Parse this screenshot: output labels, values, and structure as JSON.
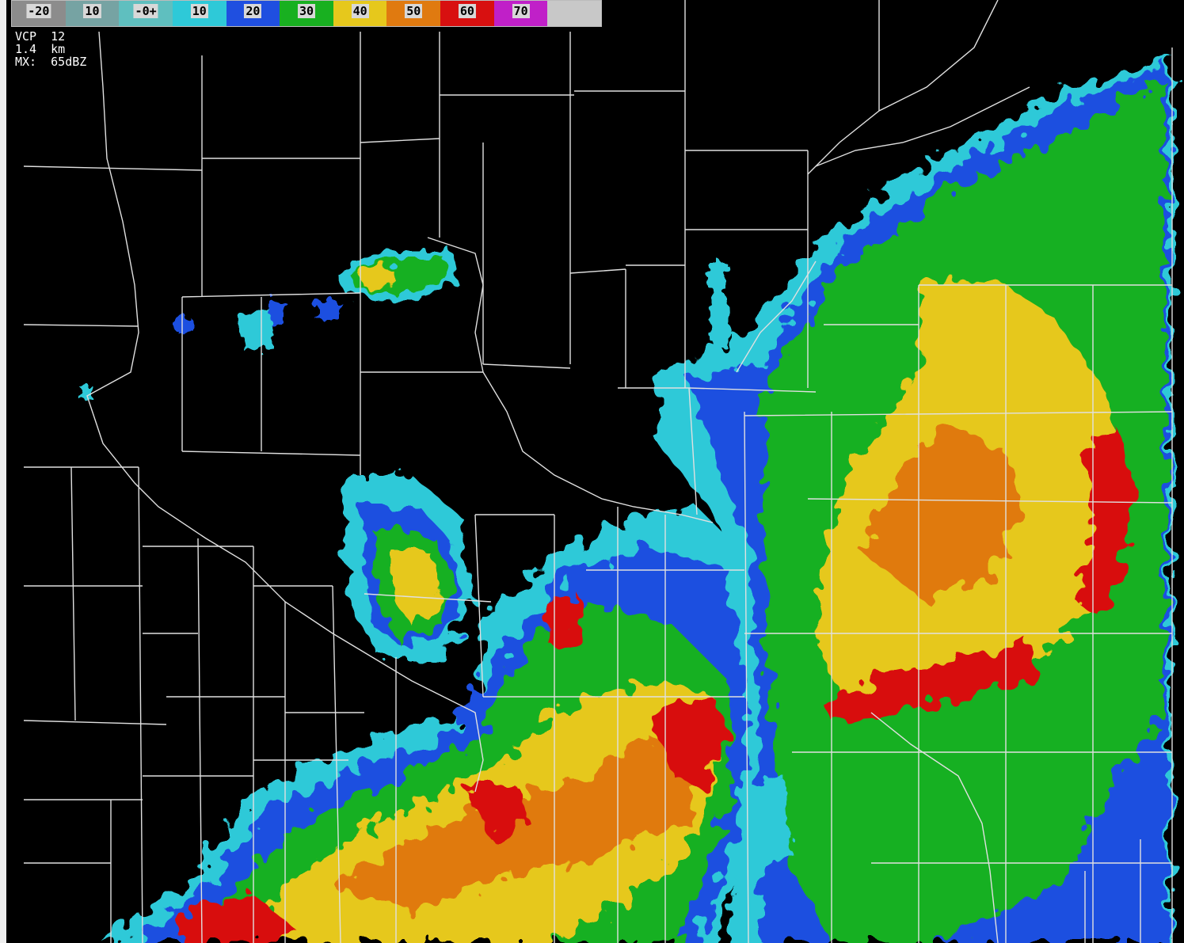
{
  "legend": {
    "segments": [
      {
        "label": "-20",
        "color": "#8c8c8c"
      },
      {
        "label": "10",
        "color": "#76a3a3"
      },
      {
        "label": "-0+",
        "color": "#5fbfbf"
      },
      {
        "label": "10",
        "color": "#2ec9d8"
      },
      {
        "label": "20",
        "color": "#1f4fe0"
      },
      {
        "label": "30",
        "color": "#18b020"
      },
      {
        "label": "40",
        "color": "#e6c81c"
      },
      {
        "label": "50",
        "color": "#e07a10"
      },
      {
        "label": "60",
        "color": "#d81010"
      },
      {
        "label": "70",
        "color": "#c020c8"
      },
      {
        "label": "",
        "color": "#c8c8c8"
      }
    ]
  },
  "info": {
    "vcp": "VCP  12",
    "height": "1.4  km",
    "max": "MX:  65dBZ"
  },
  "palette": {
    "cyan": "#2ec9d8",
    "blue": "#1f4fe0",
    "green": "#18b020",
    "yellow": "#e6c81c",
    "orange": "#e07a10",
    "red": "#d81010",
    "border": "#e0e0e0"
  }
}
